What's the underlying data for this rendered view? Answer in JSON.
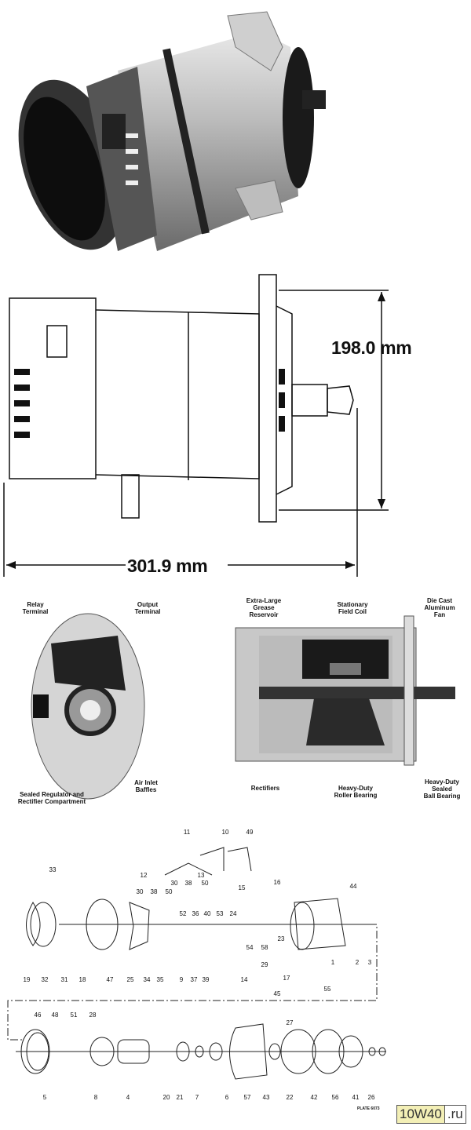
{
  "dimensions": {
    "height_label": "198.0 mm",
    "length_label": "301.9 mm"
  },
  "callouts_end_view": [
    {
      "id": "relay",
      "lines": [
        "Relay",
        "Terminal"
      ]
    },
    {
      "id": "output",
      "lines": [
        "Output",
        "Terminal"
      ]
    },
    {
      "id": "regulator",
      "lines": [
        "Sealed Regulator and",
        "Rectifier Compartment"
      ]
    },
    {
      "id": "baffles",
      "lines": [
        "Air Inlet",
        "Baffles"
      ]
    }
  ],
  "callouts_cutaway": [
    {
      "id": "grease",
      "lines": [
        "Extra-Large",
        "Grease",
        "Reservoir"
      ]
    },
    {
      "id": "fieldcoil",
      "lines": [
        "Stationary",
        "Field Coil"
      ]
    },
    {
      "id": "fan",
      "lines": [
        "Die Cast",
        "Aluminum",
        "Fan"
      ]
    },
    {
      "id": "rectifiers",
      "lines": [
        "Rectifiers"
      ]
    },
    {
      "id": "roller",
      "lines": [
        "Heavy-Duty",
        "Roller Bearing"
      ]
    },
    {
      "id": "ball",
      "lines": [
        "Heavy-Duty",
        "Sealed",
        "Ball Bearing"
      ]
    }
  ],
  "parts": [
    "11",
    "10",
    "49",
    "33",
    "12",
    "13",
    "30",
    "38",
    "50",
    "16",
    "44",
    "15",
    "30",
    "38",
    "50",
    "52",
    "36",
    "40",
    "53",
    "24",
    "54",
    "58",
    "23",
    "1",
    "2",
    "3",
    "29",
    "17",
    "55",
    "45",
    "19",
    "32",
    "31",
    "18",
    "47",
    "25",
    "34",
    "35",
    "9",
    "37",
    "39",
    "14",
    "46",
    "48",
    "51",
    "28",
    "27",
    "5",
    "8",
    "4",
    "20",
    "21",
    "7",
    "6",
    "57",
    "43",
    "22",
    "42",
    "56",
    "41",
    "26"
  ],
  "plate_label": "PLATE 6073",
  "watermark": {
    "part1": "10W40",
    "part2": ".ru"
  }
}
